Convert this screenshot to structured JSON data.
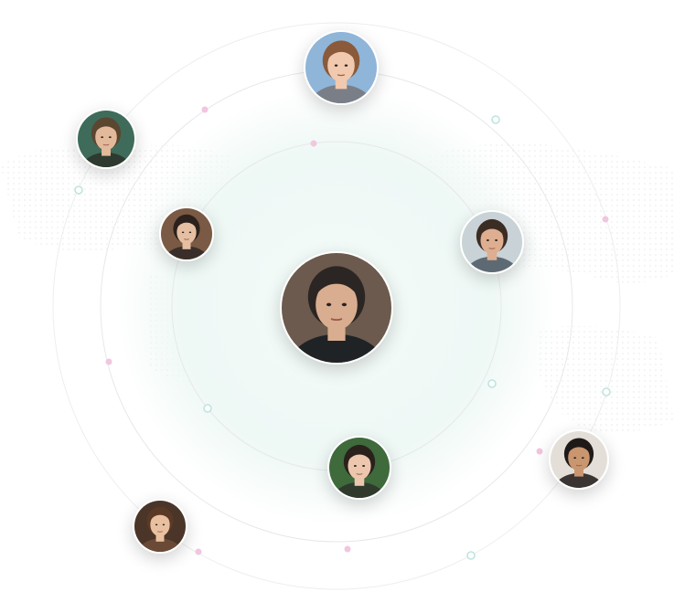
{
  "colors": {
    "ring": "#e6e8ec",
    "glow": "#eaf6f2",
    "dot_pink": "#f2c6df",
    "dot_teal": "#bfe4df",
    "map_dots": "#eef1f3"
  },
  "avatars": [
    {
      "name": "avatar-center",
      "hair": "#2b2624",
      "skin": "#d9ad8f",
      "bg": "#6b5a4d",
      "shirt": "#1f2326"
    },
    {
      "name": "avatar-top",
      "hair": "#8a5a3a",
      "skin": "#f0c9ae",
      "bg": "#8fb5d9",
      "shirt": "#7a7e86"
    },
    {
      "name": "avatar-top-left",
      "hair": "#5b4630",
      "skin": "#e2b99a",
      "bg": "#3f6b5a",
      "shirt": "#2e3a30"
    },
    {
      "name": "avatar-left",
      "hair": "#2c211c",
      "skin": "#e5bfa2",
      "bg": "#7a5a44",
      "shirt": "#3a2e2a"
    },
    {
      "name": "avatar-right",
      "hair": "#3b2c24",
      "skin": "#deae90",
      "bg": "#c9d2d6",
      "shirt": "#5d6a74"
    },
    {
      "name": "avatar-bottom-center",
      "hair": "#2a211c",
      "skin": "#ecc7ad",
      "bg": "#3f6a3c",
      "shirt": "#2f3a2d"
    },
    {
      "name": "avatar-bottom-right",
      "hair": "#1f1a18",
      "skin": "#c9966f",
      "bg": "#e3dfd8",
      "shirt": "#3a3533"
    },
    {
      "name": "avatar-bottom-left",
      "hair": "#5a3a26",
      "skin": "#e8c0a0",
      "bg": "#4a3528",
      "shirt": "#6a4a36"
    }
  ]
}
